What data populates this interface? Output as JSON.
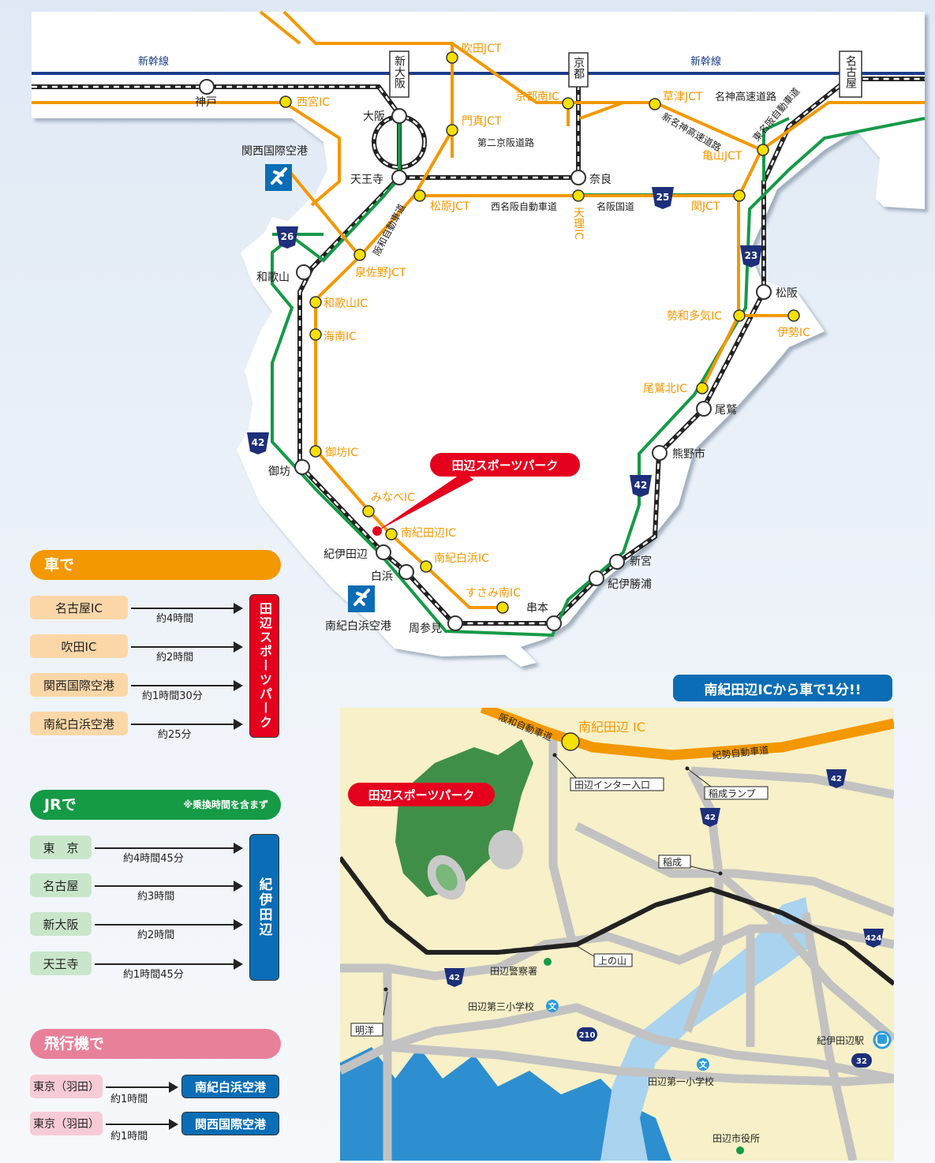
{
  "route_map": {
    "lines": {
      "shinkansen_left": "新幹線",
      "shinkansen_right": "新幹線",
      "meishin": "名神高速道路",
      "shinmeishin": "新名神高速道路",
      "daini_keihan": "第二京阪道路",
      "nishimeihan": "西名阪自動車道",
      "meihan": "名阪国道",
      "hanwa": "阪和自動車道",
      "higashimeihan": "東名阪自動車道"
    },
    "ic": {
      "nishinomiya": "西宮IC",
      "suita": "吹田JCT",
      "kadoma": "門真JCT",
      "kyotominami": "京都南IC",
      "kusatsu": "草津JCT",
      "kameyama": "亀山JCT",
      "seki": "関JCT",
      "matsubara": "松原JCT",
      "tenri": "天理IC",
      "izumisano": "泉佐野JCT",
      "wakayama": "和歌山IC",
      "kainan": "海南IC",
      "gobo": "御坊IC",
      "minabe": "みなべIC",
      "nankitanabe": "南紀田辺IC",
      "nankishirahama": "南紀白浜IC",
      "susami": "すさみ南IC",
      "seiwa": "勢和多気IC",
      "ise": "伊勢IC",
      "owasekita": "尾鷲北IC"
    },
    "stations": {
      "kobe": "神戸",
      "shinosaka": "新大阪",
      "osaka": "大阪",
      "tennoji": "天王寺",
      "kyoto": "京都",
      "nara": "奈良",
      "nagoya": "名古屋",
      "wakayama": "和歌山",
      "gobo": "御坊",
      "kiitanabe": "紀伊田辺",
      "shirahama": "白浜",
      "shusami": "周参見",
      "kushimoto": "串本",
      "kiikatsuura": "紀伊勝浦",
      "shingu": "新宮",
      "kumanoshi": "熊野市",
      "owase": "尾鷲",
      "matsusaka": "松阪"
    },
    "airports": {
      "kansai": "関西国際空港",
      "shirahama": "南紀白浜空港"
    },
    "routes": {
      "r25": "25",
      "r26": "26",
      "r23": "23",
      "r42a": "42",
      "r42b": "42"
    },
    "callout": "田辺スポーツパーク"
  },
  "car": {
    "header": "車で",
    "rows": [
      {
        "origin": "名古屋IC",
        "time": "約4時間"
      },
      {
        "origin": "吹田IC",
        "time": "約2時間"
      },
      {
        "origin": "関西国際空港",
        "time": "約1時間30分"
      },
      {
        "origin": "南紀白浜空港",
        "time": "約25分"
      }
    ],
    "destination": "田辺スポーツパーク"
  },
  "jr": {
    "header": "JRで",
    "note": "※乗換時間を含まず",
    "rows": [
      {
        "origin": "東　京",
        "time": "約4時間45分"
      },
      {
        "origin": "名古屋",
        "time": "約3時間"
      },
      {
        "origin": "新大阪",
        "time": "約2時間"
      },
      {
        "origin": "天王寺",
        "time": "約1時間45分"
      }
    ],
    "destination": "紀伊田辺"
  },
  "plane": {
    "header": "飛行機で",
    "rows": [
      {
        "origin": "東京（羽田）",
        "time": "約1時間",
        "destination": "南紀白浜空港"
      },
      {
        "origin": "東京（羽田）",
        "time": "約1時間",
        "destination": "関西国際空港"
      }
    ]
  },
  "local_map": {
    "title": "南紀田辺ICから車で1分!!",
    "park_label": "田辺スポーツパーク",
    "roads": {
      "hanwa": "阪和自動車道",
      "kisei": "紀勢自動車道",
      "ic": "南紀田辺 IC"
    },
    "places": {
      "iriguchi": "田辺インター入口",
      "inari_ramp": "稲成ランプ",
      "inari": "稲成",
      "uenoyama": "上の山",
      "meiyo": "明洋",
      "police": "田辺警察署",
      "school3": "田辺第三小学校",
      "school1": "田辺第一小学校",
      "cityhall": "田辺市役所",
      "station": "紀伊田辺駅",
      "school_mark": "文"
    },
    "routes": {
      "r42a": "42",
      "r42b": "42",
      "r42c": "42",
      "r424": "424",
      "r210": "210",
      "r32": "32"
    }
  }
}
